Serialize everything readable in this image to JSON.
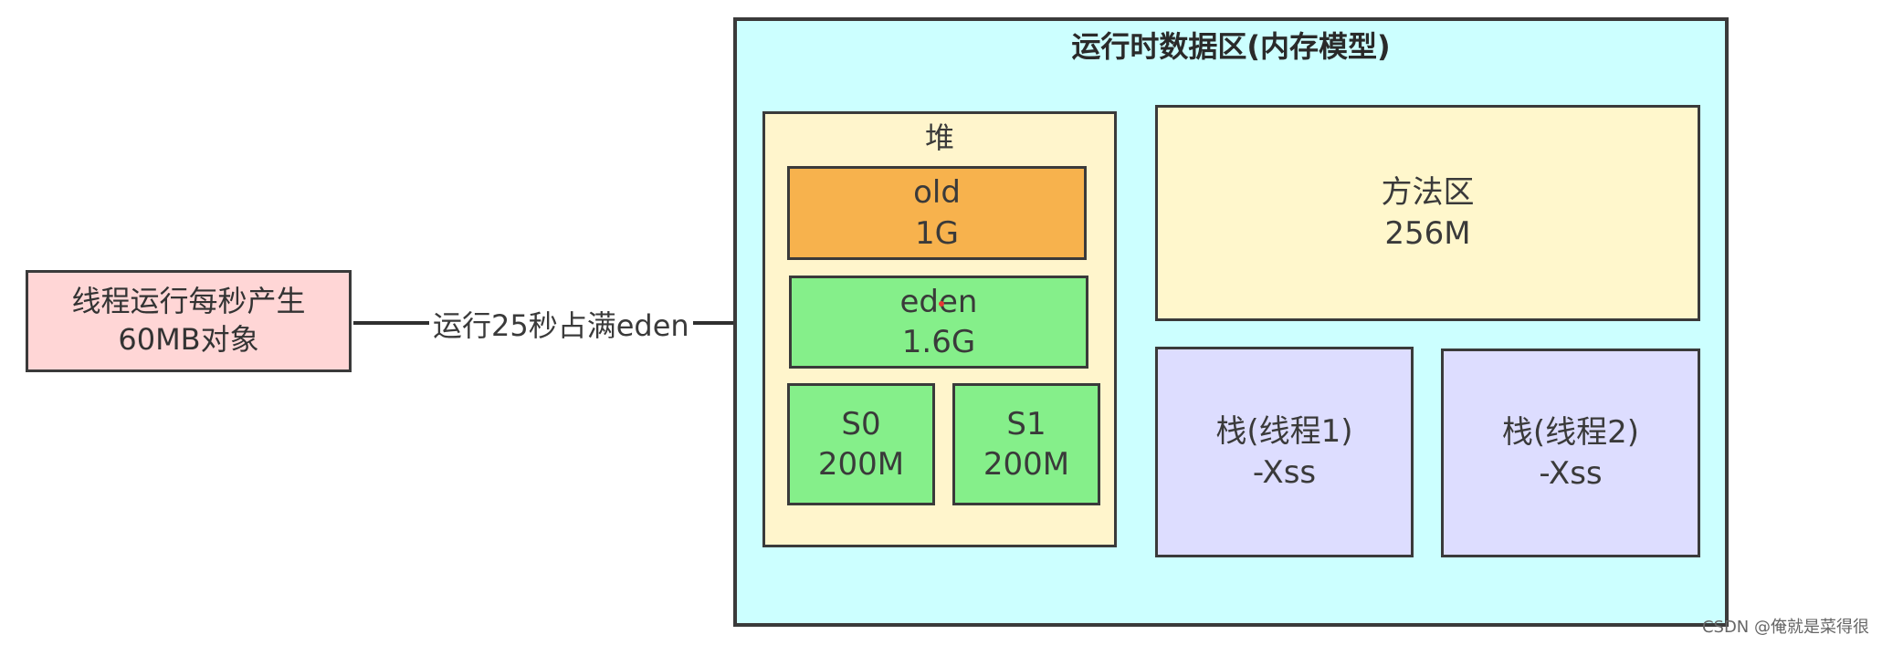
{
  "source": {
    "line1": "线程运行每秒产生",
    "line2": "60MB对象"
  },
  "edge": {
    "label": "运行25秒占满eden"
  },
  "runtime": {
    "title": "运行时数据区(内存模型)"
  },
  "heap": {
    "title": "堆",
    "old": {
      "name": "old",
      "size": "1G"
    },
    "eden": {
      "name": "eden",
      "size": "1.6G"
    },
    "s0": {
      "name": "S0",
      "size": "200M"
    },
    "s1": {
      "name": "S1",
      "size": "200M"
    }
  },
  "method_area": {
    "name": "方法区",
    "size": "256M"
  },
  "stack1": {
    "name": "栈(线程1)",
    "param": "-Xss"
  },
  "stack2": {
    "name": "栈(线程2)",
    "param": "-Xss"
  },
  "watermark": "CSDN @俺就是菜得很",
  "colors": {
    "source_fill": "#ffd6d6",
    "runtime_fill": "#ccffff",
    "heap_fill": "#fff5cc",
    "old_fill": "#f7b24d",
    "young_fill": "#85ef8a",
    "method_fill": "#fff7cc",
    "stack_fill": "#ddddff"
  }
}
